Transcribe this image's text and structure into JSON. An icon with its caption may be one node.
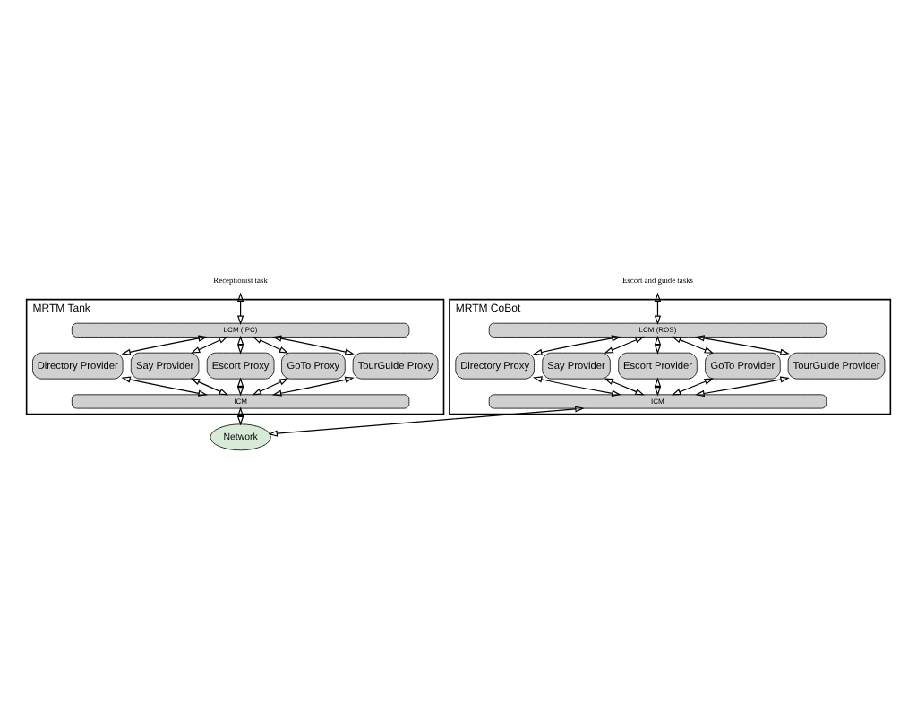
{
  "diagram": {
    "nodes": [
      {
        "text": [
          "Receptionist task"
        ]
      },
      {
        "text": [
          "MRTM Tank"
        ]
      },
      {
        "text": [
          "LCM (IPC)"
        ],
        "in": 1
      },
      {
        "text": [
          "Directory Provider"
        ],
        "in": 1
      },
      {
        "text": [
          "Say Provider"
        ],
        "in": 1
      },
      {
        "text": [
          "Escort Proxy"
        ],
        "in": 1
      },
      {
        "text": [
          "GoTo Proxy"
        ],
        "in": 1
      },
      {
        "text": [
          "TourGuide Proxy"
        ],
        "in": 1
      },
      {
        "text": [
          "ICM"
        ],
        "in": 1
      },
      {
        "text": [
          "Network"
        ]
      },
      {
        "text": [
          "Escort and guide tasks"
        ]
      },
      {
        "text": [
          "MRTM CoBot"
        ]
      },
      {
        "text": [
          "LCM (ROS)"
        ],
        "in": 11
      },
      {
        "text": [
          "Directory Proxy"
        ],
        "in": 11
      },
      {
        "text": [
          "Say Provider"
        ],
        "in": 11
      },
      {
        "text": [
          "Escort Provider"
        ],
        "in": 11
      },
      {
        "text": [
          "GoTo Provider"
        ],
        "in": 11
      },
      {
        "text": [
          "TourGuide Provider"
        ],
        "in": 11
      },
      {
        "text": [
          "ICM"
        ],
        "in": 11
      }
    ],
    "edges": [
      {
        "from": 0,
        "to": 2,
        "arrow": "both"
      },
      {
        "from": 2,
        "to": 3,
        "arrow": "both"
      },
      {
        "from": 2,
        "to": 4,
        "arrow": "both"
      },
      {
        "from": 2,
        "to": 5,
        "arrow": "both"
      },
      {
        "from": 2,
        "to": 6,
        "arrow": "both"
      },
      {
        "from": 2,
        "to": 7,
        "arrow": "both"
      },
      {
        "from": 3,
        "to": 8,
        "arrow": "both"
      },
      {
        "from": 4,
        "to": 8,
        "arrow": "both"
      },
      {
        "from": 5,
        "to": 8,
        "arrow": "both"
      },
      {
        "from": 6,
        "to": 8,
        "arrow": "both"
      },
      {
        "from": 7,
        "to": 8,
        "arrow": "both"
      },
      {
        "from": 8,
        "to": 9,
        "arrow": "both"
      },
      {
        "from": 10,
        "to": 12,
        "arrow": "both"
      },
      {
        "from": 12,
        "to": 13,
        "arrow": "both"
      },
      {
        "from": 12,
        "to": 14,
        "arrow": "both"
      },
      {
        "from": 12,
        "to": 15,
        "arrow": "both"
      },
      {
        "from": 12,
        "to": 16,
        "arrow": "both"
      },
      {
        "from": 12,
        "to": 17,
        "arrow": "both"
      },
      {
        "from": 13,
        "to": 18,
        "arrow": "both"
      },
      {
        "from": 14,
        "to": 18,
        "arrow": "both"
      },
      {
        "from": 15,
        "to": 18,
        "arrow": "both"
      },
      {
        "from": 16,
        "to": 18,
        "arrow": "both"
      },
      {
        "from": 17,
        "to": 18,
        "arrow": "both"
      },
      {
        "from": 9,
        "to": 18,
        "arrow": "both"
      }
    ]
  }
}
